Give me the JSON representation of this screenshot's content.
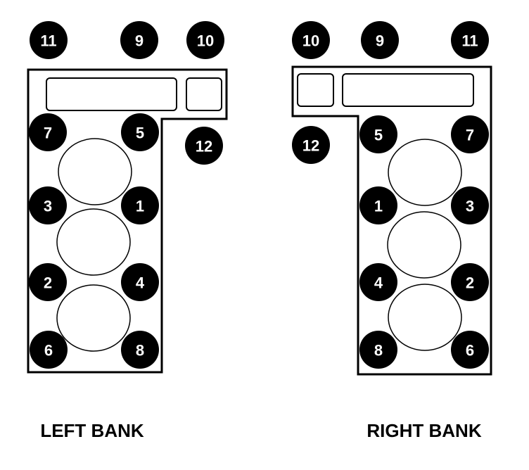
{
  "left_bank": {
    "label": "LEFT BANK",
    "bolts": [
      {
        "key": "11",
        "text": "11"
      },
      {
        "key": "9",
        "text": "9"
      },
      {
        "key": "10",
        "text": "10"
      },
      {
        "key": "7",
        "text": "7"
      },
      {
        "key": "5",
        "text": "5"
      },
      {
        "key": "12",
        "text": "12"
      },
      {
        "key": "3",
        "text": "3"
      },
      {
        "key": "1",
        "text": "1"
      },
      {
        "key": "2",
        "text": "2"
      },
      {
        "key": "4",
        "text": "4"
      },
      {
        "key": "6",
        "text": "6"
      },
      {
        "key": "8",
        "text": "8"
      }
    ]
  },
  "right_bank": {
    "label": "RIGHT BANK",
    "bolts": [
      {
        "key": "10",
        "text": "10"
      },
      {
        "key": "9",
        "text": "9"
      },
      {
        "key": "11",
        "text": "11"
      },
      {
        "key": "12",
        "text": "12"
      },
      {
        "key": "5",
        "text": "5"
      },
      {
        "key": "7",
        "text": "7"
      },
      {
        "key": "1",
        "text": "1"
      },
      {
        "key": "3",
        "text": "3"
      },
      {
        "key": "4",
        "text": "4"
      },
      {
        "key": "2",
        "text": "2"
      },
      {
        "key": "8",
        "text": "8"
      },
      {
        "key": "6",
        "text": "6"
      }
    ]
  }
}
